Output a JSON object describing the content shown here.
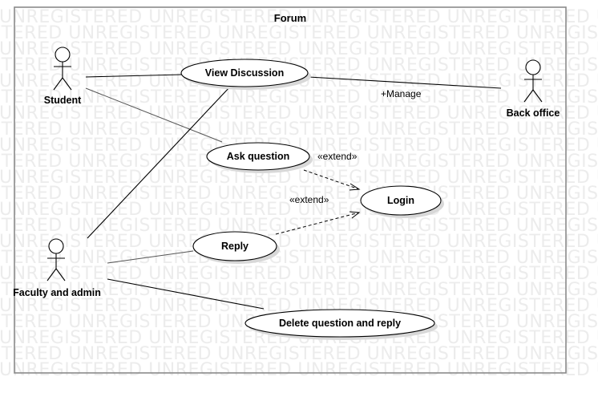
{
  "watermark": {
    "text": "UNREGISTERED"
  },
  "boundary": {
    "title": "Forum"
  },
  "actors": {
    "student": "Student",
    "back_office": "Back office",
    "faculty_admin": "Faculty and admin"
  },
  "use_cases": {
    "view_discussion": "View Discussion",
    "ask_question": "Ask question",
    "login": "Login",
    "reply": "Reply",
    "delete_question_reply": "Delete question and reply"
  },
  "edge_labels": {
    "manage": "+Manage",
    "extend_ask": "«extend»",
    "extend_reply": "«extend»"
  }
}
